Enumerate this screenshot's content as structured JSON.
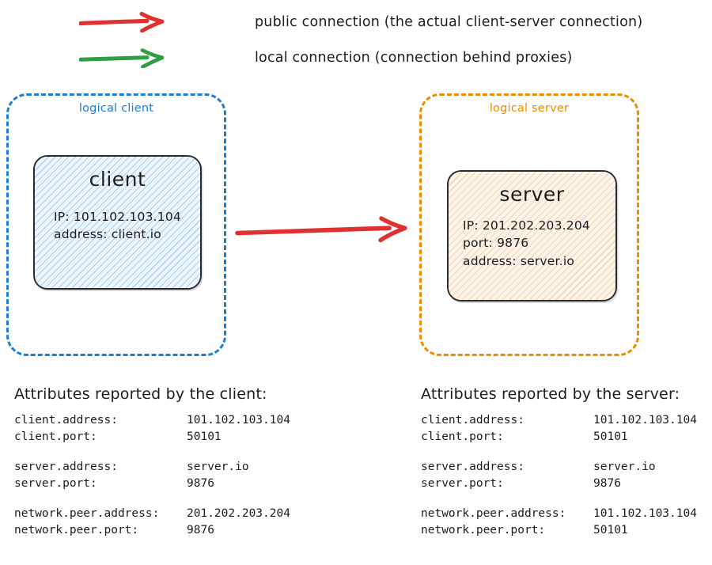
{
  "legend": {
    "items": [
      {
        "icon": "arrow-right-icon",
        "color": "#e03131",
        "label": "public connection (the actual client-server connection)"
      },
      {
        "icon": "arrow-right-icon",
        "color": "#2f9e44",
        "label": "local connection (connection behind proxies)"
      }
    ]
  },
  "colors": {
    "public_connection": "#e03131",
    "local_connection": "#2f9e44",
    "logical_client_border": "#1c7ed6",
    "logical_server_border": "#f08c00",
    "node_border": "#2b2b2b",
    "client_fill": "#eef6fd",
    "server_fill": "#fdf5ea"
  },
  "diagram": {
    "client_container": {
      "caption": "logical client",
      "node": {
        "title": "client",
        "attributes": [
          "IP: 101.102.103.104",
          "address: client.io"
        ]
      }
    },
    "server_container": {
      "caption": "logical server",
      "node": {
        "title": "server",
        "attributes": [
          "IP: 201.202.203.204",
          "port: 9876",
          "address: server.io"
        ]
      }
    },
    "connection_arrow": {
      "icon": "arrow-right-icon",
      "color": "#e03131",
      "from": "client",
      "to": "server"
    }
  },
  "client_report": {
    "heading": "Attributes reported by the client:",
    "groups": [
      [
        {
          "key": "client.address:",
          "value": "101.102.103.104"
        },
        {
          "key": "client.port:",
          "value": "50101"
        }
      ],
      [
        {
          "key": "server.address:",
          "value": "server.io"
        },
        {
          "key": "server.port:",
          "value": "9876"
        }
      ],
      [
        {
          "key": "network.peer.address:",
          "value": "201.202.203.204"
        },
        {
          "key": "network.peer.port:",
          "value": "9876"
        }
      ]
    ]
  },
  "server_report": {
    "heading": "Attributes reported by the server:",
    "groups": [
      [
        {
          "key": "client.address:",
          "value": "101.102.103.104"
        },
        {
          "key": "client.port:",
          "value": "50101"
        }
      ],
      [
        {
          "key": "server.address:",
          "value": "server.io"
        },
        {
          "key": "server.port:",
          "value": "9876"
        }
      ],
      [
        {
          "key": "network.peer.address:",
          "value": "101.102.103.104"
        },
        {
          "key": "network.peer.port:",
          "value": "50101"
        }
      ]
    ]
  }
}
